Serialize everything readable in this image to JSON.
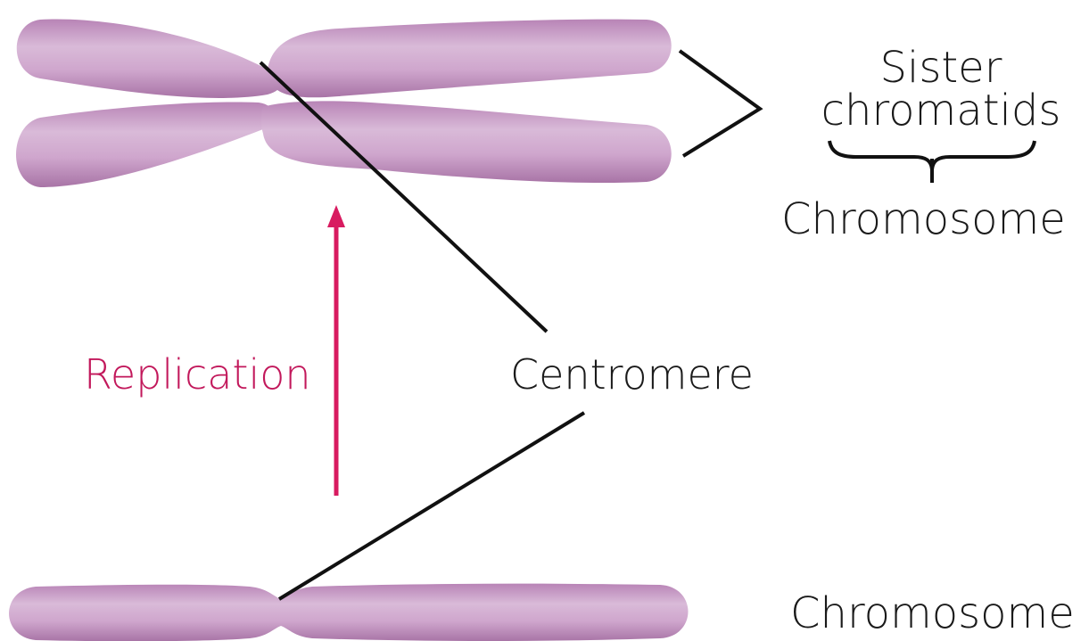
{
  "labels": {
    "sister_line1": "Sister",
    "sister_line2": "chromatids",
    "chromosome_top": "Chromosome",
    "centromere": "Centromere",
    "replication": "Replication",
    "chromosome_bottom": "Chromosome"
  },
  "colors": {
    "chromatid_fill": "#c89ac5",
    "chromatid_highlight": "#dcbfda",
    "chromatid_edge": "#a874a6",
    "replication_arrow": "#d81b60",
    "label_text": "#1a1a1a",
    "line": "#111111"
  }
}
